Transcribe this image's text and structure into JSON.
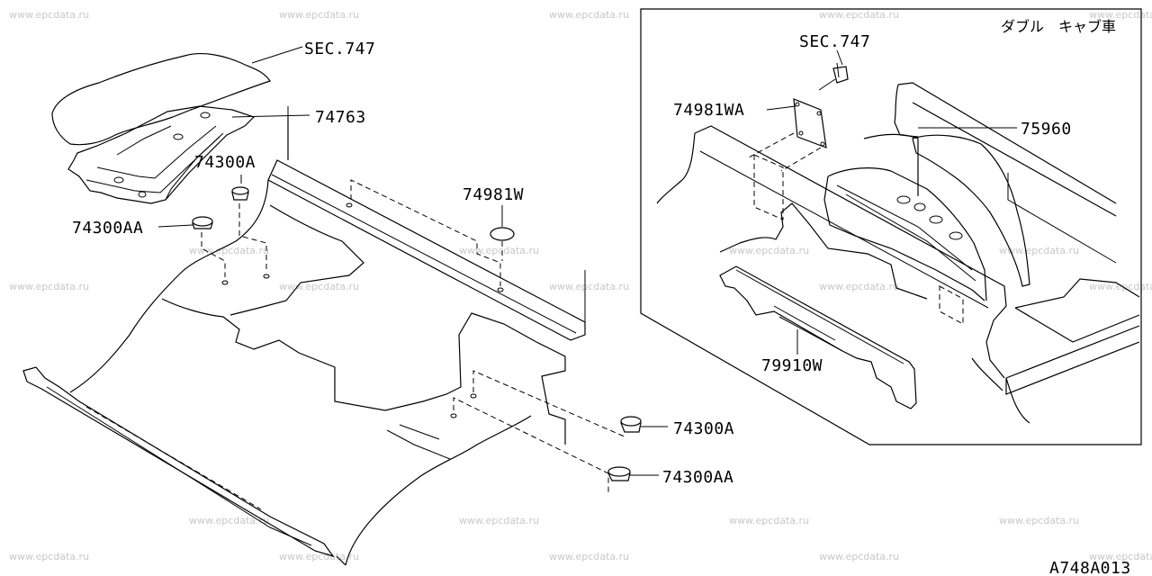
{
  "watermark": "www.epcdata.ru",
  "diagram_id": "A748A013",
  "inset": {
    "title": "ダブル　キャブ車"
  },
  "callouts": {
    "sec747_main": "SEC.747",
    "p74763": "74763",
    "p74300a_top": "74300A",
    "p74300aa_top": "74300AA",
    "p74981w": "74981W",
    "p74300a_bottom": "74300A",
    "p74300aa_bottom": "74300AA",
    "sec747_inset": "SEC.747",
    "p74981wa": "74981WA",
    "p75960": "75960",
    "p79910w": "79910W"
  }
}
